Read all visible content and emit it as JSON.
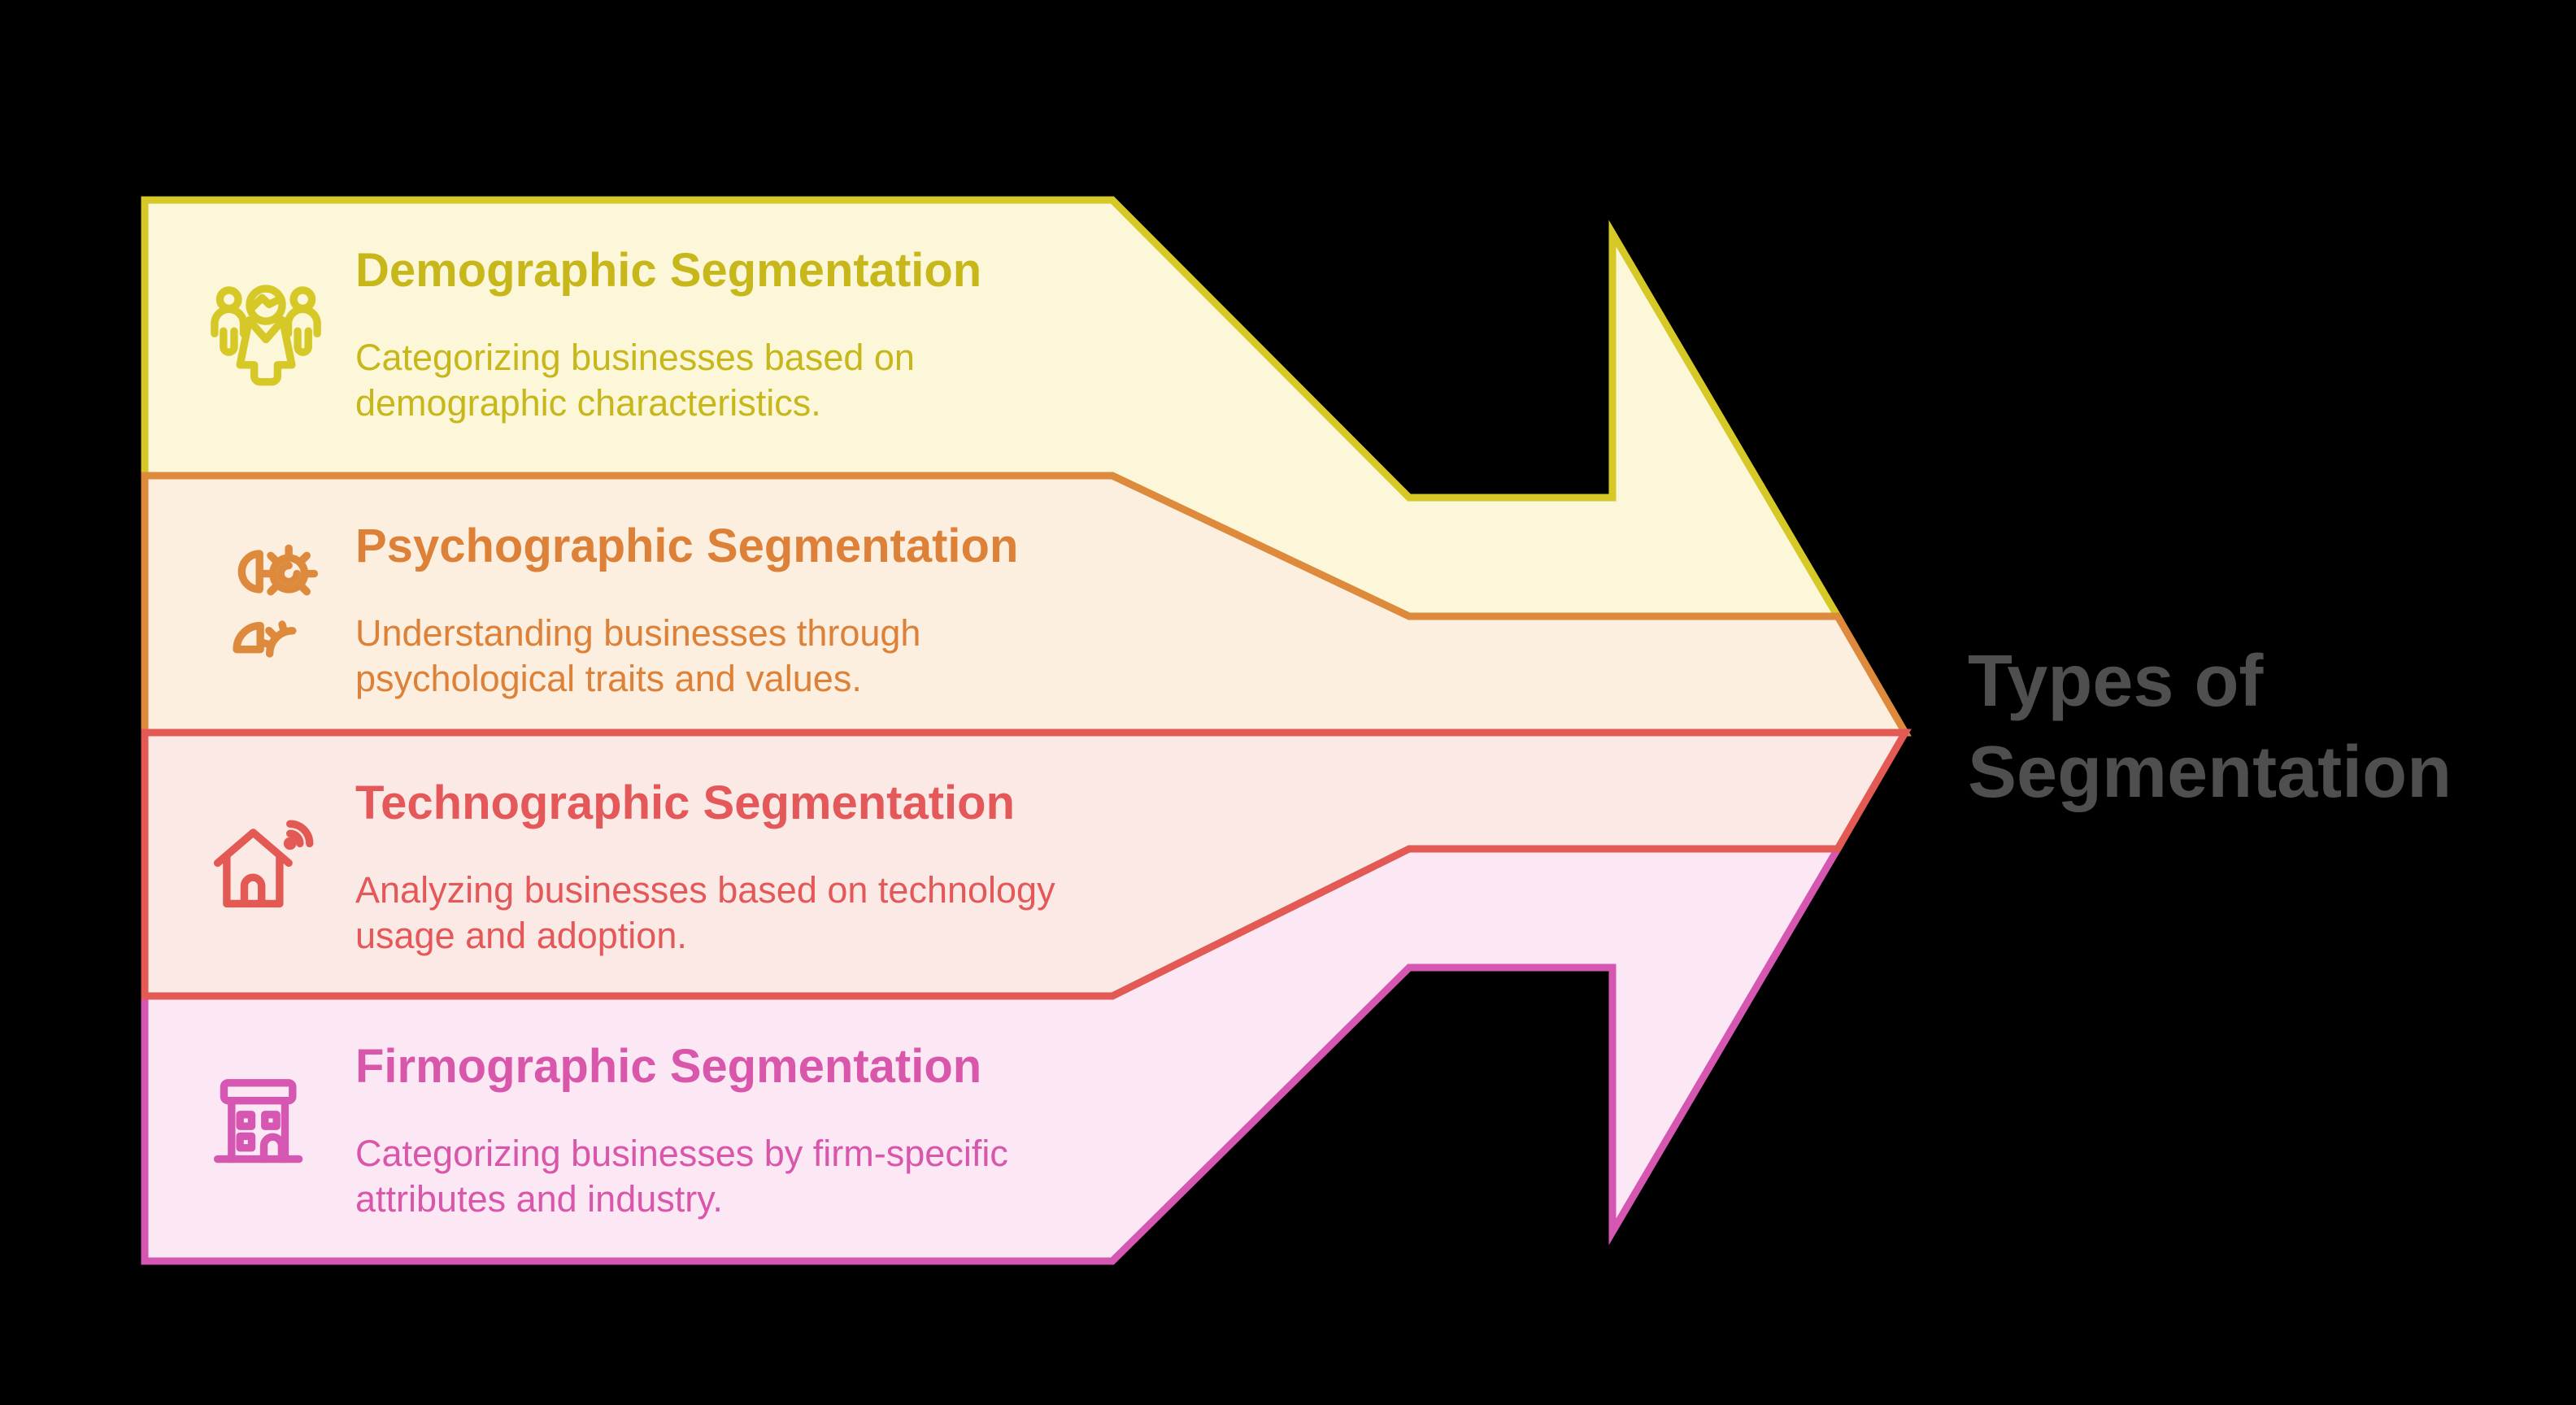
{
  "canvas": {
    "background": "#000000"
  },
  "headline": {
    "line1": "Types of",
    "line2": "Segmentation",
    "color": "#4F4F4F"
  },
  "bands": [
    {
      "name": "Demographic",
      "title": "Demographic Segmentation",
      "description": "Categorizing businesses based on demographic characteristics.",
      "icon": "people-group-icon",
      "fill": "#FBF7D8",
      "stroke": "#D6C827",
      "text_color": "#C7B71B"
    },
    {
      "name": "Psychographic",
      "title": "Psychographic Segmentation",
      "description": "Understanding businesses through psychological traits and values.",
      "icon": "head-gears-icon",
      "fill": "#FCEFDF",
      "stroke": "#DD8A3C",
      "text_color": "#DC8137"
    },
    {
      "name": "Technographic",
      "title": "Technographic Segmentation",
      "description": "Analyzing businesses based on technology usage and adoption.",
      "icon": "smart-home-icon",
      "fill": "#FBE9E5",
      "stroke": "#E25A53",
      "text_color": "#E4585A"
    },
    {
      "name": "Firmographic",
      "title": "Firmographic Segmentation",
      "description": "Categorizing businesses by firm-specific attributes and industry.",
      "icon": "building-icon",
      "fill": "#FCE7F5",
      "stroke": "#D657B2",
      "text_color": "#D957AB"
    }
  ]
}
